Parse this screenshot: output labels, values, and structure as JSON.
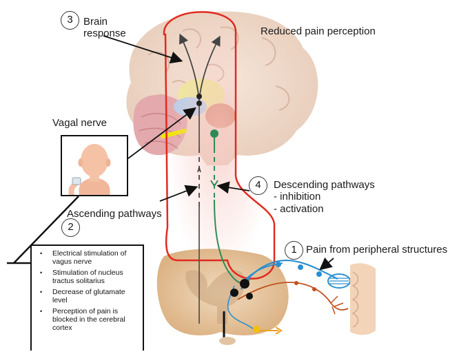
{
  "labels": {
    "step3_number": "3",
    "brain_response_line1": "Brain",
    "brain_response_line2": "response",
    "reduced_pain": "Reduced pain perception",
    "vagal_nerve": "Vagal nerve",
    "step4_number": "4",
    "descending_line1": "Descending pathways",
    "descending_line2": "- inhibition",
    "descending_line3": "- activation",
    "ascending": "Ascending pathways",
    "step2_number": "2",
    "step1_number": "1",
    "peripheral_pain": "Pain from peripheral structures"
  },
  "info_box": {
    "items": [
      "Electrical stimulation of vagus nerve",
      "Stimulation of nucleus tractus solitarius",
      "Decrease of glutamate level",
      "Perception of pain is blocked in the cerebral cortex"
    ]
  },
  "colors": {
    "pathway_outline": "#e02a1f",
    "descending_tract": "#2e8b57",
    "peripheral_nerve": "#2a8fd0",
    "afferent_fiber": "#c0501e",
    "vagus_marker": "#f2e600",
    "brain_tissue": "#ecd3c2",
    "spinal_tissue": "#e8c79e"
  },
  "icons": {
    "face_panel": "head-with-vagus-stimulator-icon",
    "brain": "brain-illustration",
    "spinal_cord": "spinal-cord-cross-section",
    "muscle": "muscle-spindle-icon",
    "skin": "skin-tissue-icon"
  }
}
